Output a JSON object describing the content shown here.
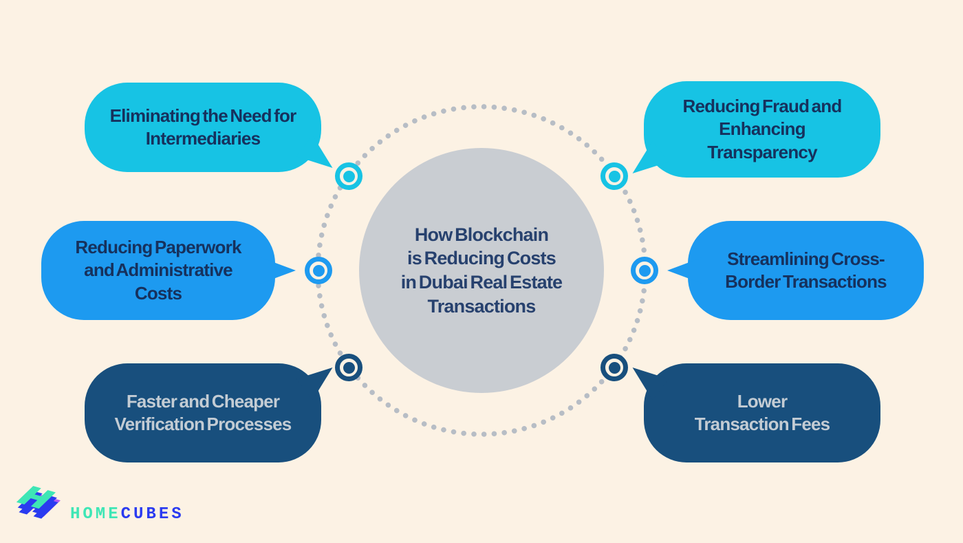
{
  "center": {
    "title": "How Blockchain\nis Reducing Costs\nin Dubai Real Estate\nTransactions"
  },
  "bubbles": [
    {
      "id": "eliminating-intermediaries",
      "text": "Eliminating the Need for\nIntermediaries",
      "fill": "#17c3e4",
      "text_color": "#16315d",
      "position": "top-left"
    },
    {
      "id": "reducing-paperwork",
      "text": "Reducing Paperwork\nand Administrative\nCosts",
      "fill": "#1d9af0",
      "text_color": "#16315d",
      "position": "middle-left"
    },
    {
      "id": "faster-verification",
      "text": "Faster and Cheaper\nVerification Processes",
      "fill": "#184f7d",
      "text_color": "#c3ccd4",
      "position": "bottom-left"
    },
    {
      "id": "reducing-fraud",
      "text": "Reducing Fraud and\nEnhancing\nTransparency",
      "fill": "#17c3e4",
      "text_color": "#16315d",
      "position": "top-right"
    },
    {
      "id": "cross-border",
      "text": "Streamlining Cross-\nBorder Transactions",
      "fill": "#1d9af0",
      "text_color": "#16315d",
      "position": "middle-right"
    },
    {
      "id": "lower-fees",
      "text": "Lower\nTransaction Fees",
      "fill": "#184f7d",
      "text_color": "#c3ccd4",
      "position": "bottom-right"
    }
  ],
  "logo": {
    "home": "HOME",
    "cubes": "CUBES"
  },
  "palette": {
    "background": "#fcf2e4",
    "cyan": "#17c3e4",
    "blue": "#1d9af0",
    "dark_blue": "#184f7d",
    "center_circle_gray": "#c9cdd2",
    "dot_ring_gray": "#b7bdc5",
    "text_navy": "#16315d",
    "center_text_navy": "#27416e",
    "text_light_gray": "#c3ccd4",
    "logo_mint": "#3ee6b5",
    "logo_blue": "#2a3bf0",
    "logo_purple": "#b05cf5"
  }
}
